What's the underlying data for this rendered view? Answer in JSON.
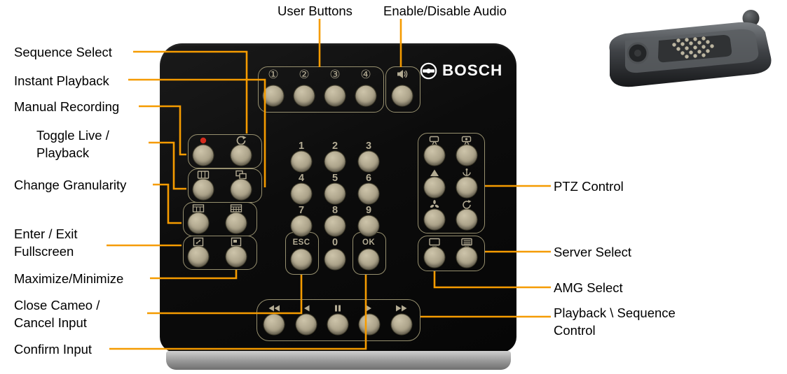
{
  "colors": {
    "callout": "#F59B00",
    "panel": "#0C0C0C",
    "button": "#ABA289",
    "group_outline": "#97906F",
    "label_text": "#000000",
    "brand_text": "#FFFFFF",
    "record_led": "#D42B1E"
  },
  "annotations": {
    "user_buttons": "User Buttons",
    "audio": "Enable/Disable Audio",
    "sequence_select": "Sequence Select",
    "instant_playback": "Instant Playback",
    "manual_recording": "Manual Recording",
    "toggle_live_playback": "Toggle Live /\nPlayback",
    "change_granularity": "Change Granularity",
    "enter_exit_fullscreen": "Enter / Exit\nFullscreen",
    "maximize_minimize": "Maximize/Minimize",
    "close_cameo": "Close Cameo /\nCancel Input",
    "confirm_input": "Confirm Input",
    "ptz_control": "PTZ Control",
    "server_select": "Server Select",
    "amg_select": "AMG Select",
    "playback_sequence": "Playback \\ Sequence\nControl"
  },
  "panel": {
    "brand": "BOSCH",
    "user_button_labels": [
      "①",
      "②",
      "③",
      "④"
    ],
    "keypad_digits": [
      "1",
      "2",
      "3",
      "4",
      "5",
      "6",
      "7",
      "8",
      "9"
    ],
    "zero": "0",
    "esc": "ESC",
    "ok": "OK",
    "icon_names": [
      "speaker-icon",
      "record-dot-icon",
      "sequence-loop-icon",
      "film-strip-icon",
      "overlap-windows-icon",
      "grid-coarse-icon",
      "grid-fine-icon",
      "fullscreen-arrow-icon",
      "maximize-window-icon",
      "camera-tilt-icon",
      "camera-pan-icon",
      "focus-icon",
      "iris-icon",
      "iris-open-icon",
      "rotate-icon",
      "monitor-icon",
      "server-list-icon",
      "rewind-icon",
      "play-backward-icon",
      "pause-icon",
      "play-icon",
      "fast-forward-icon",
      "bosch-logo-icon",
      "joystick-icon",
      "jog-dial-icon"
    ]
  }
}
